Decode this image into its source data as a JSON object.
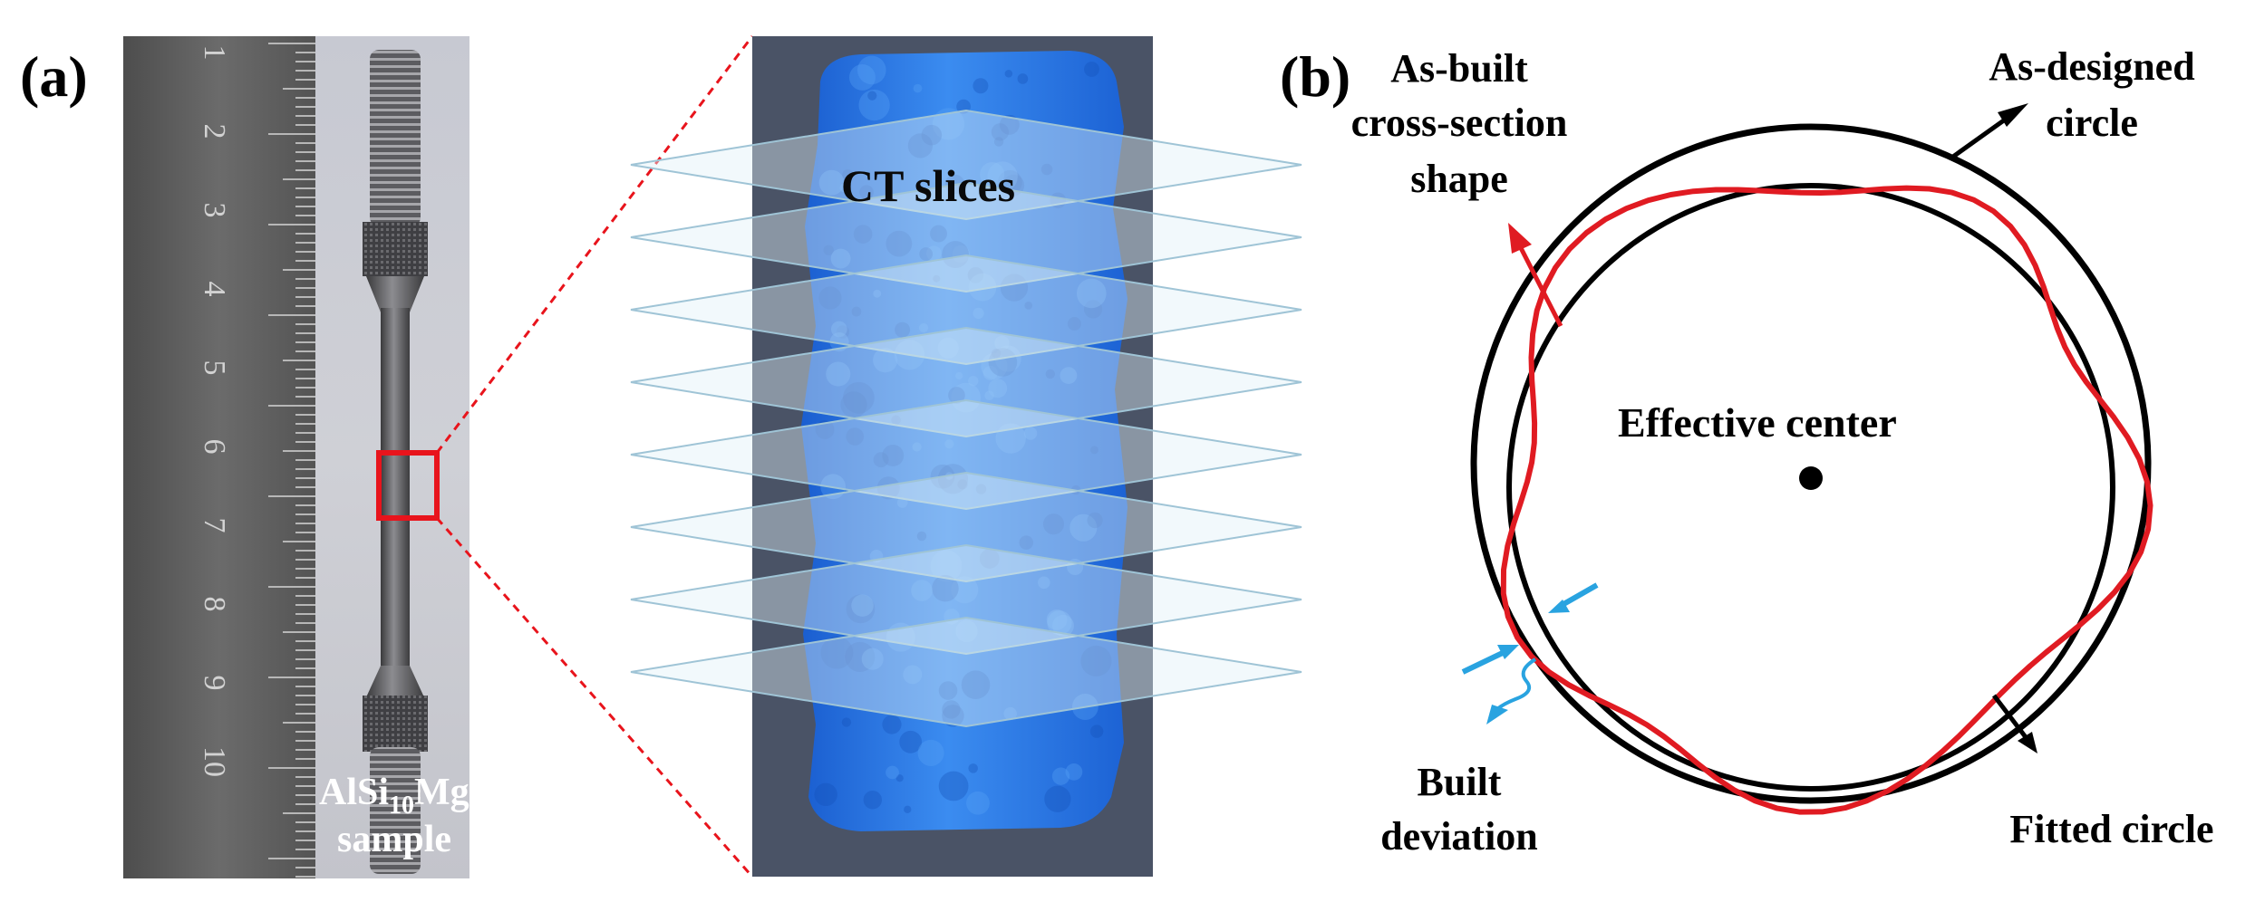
{
  "panel_a": {
    "label": "(a)",
    "ruler_numbers": [
      "1",
      "2",
      "3",
      "4",
      "5",
      "6",
      "7",
      "8",
      "9",
      "10"
    ],
    "sample_label": {
      "base": "AlSi",
      "sub": "10",
      "tail": "Mg",
      "line2": "sample"
    },
    "ct_label": "CT  slices",
    "colors": {
      "highlight_box": "#e8141c",
      "ct_background": "#4a5366",
      "ct_sample": "#2a78e4",
      "zoom_line": "#e8141c"
    }
  },
  "panel_b": {
    "label": "(b)",
    "as_built_label": [
      "As-built",
      "cross-section",
      "shape"
    ],
    "as_designed_label": [
      "As-designed",
      "circle"
    ],
    "center_label": "Effective center",
    "fitted_label": "Fitted circle",
    "deviation_label": [
      "Built",
      "deviation"
    ],
    "colors": {
      "as_built": "#e01b22",
      "circles": "#000000",
      "deviation_arrow": "#29a3e0"
    }
  }
}
